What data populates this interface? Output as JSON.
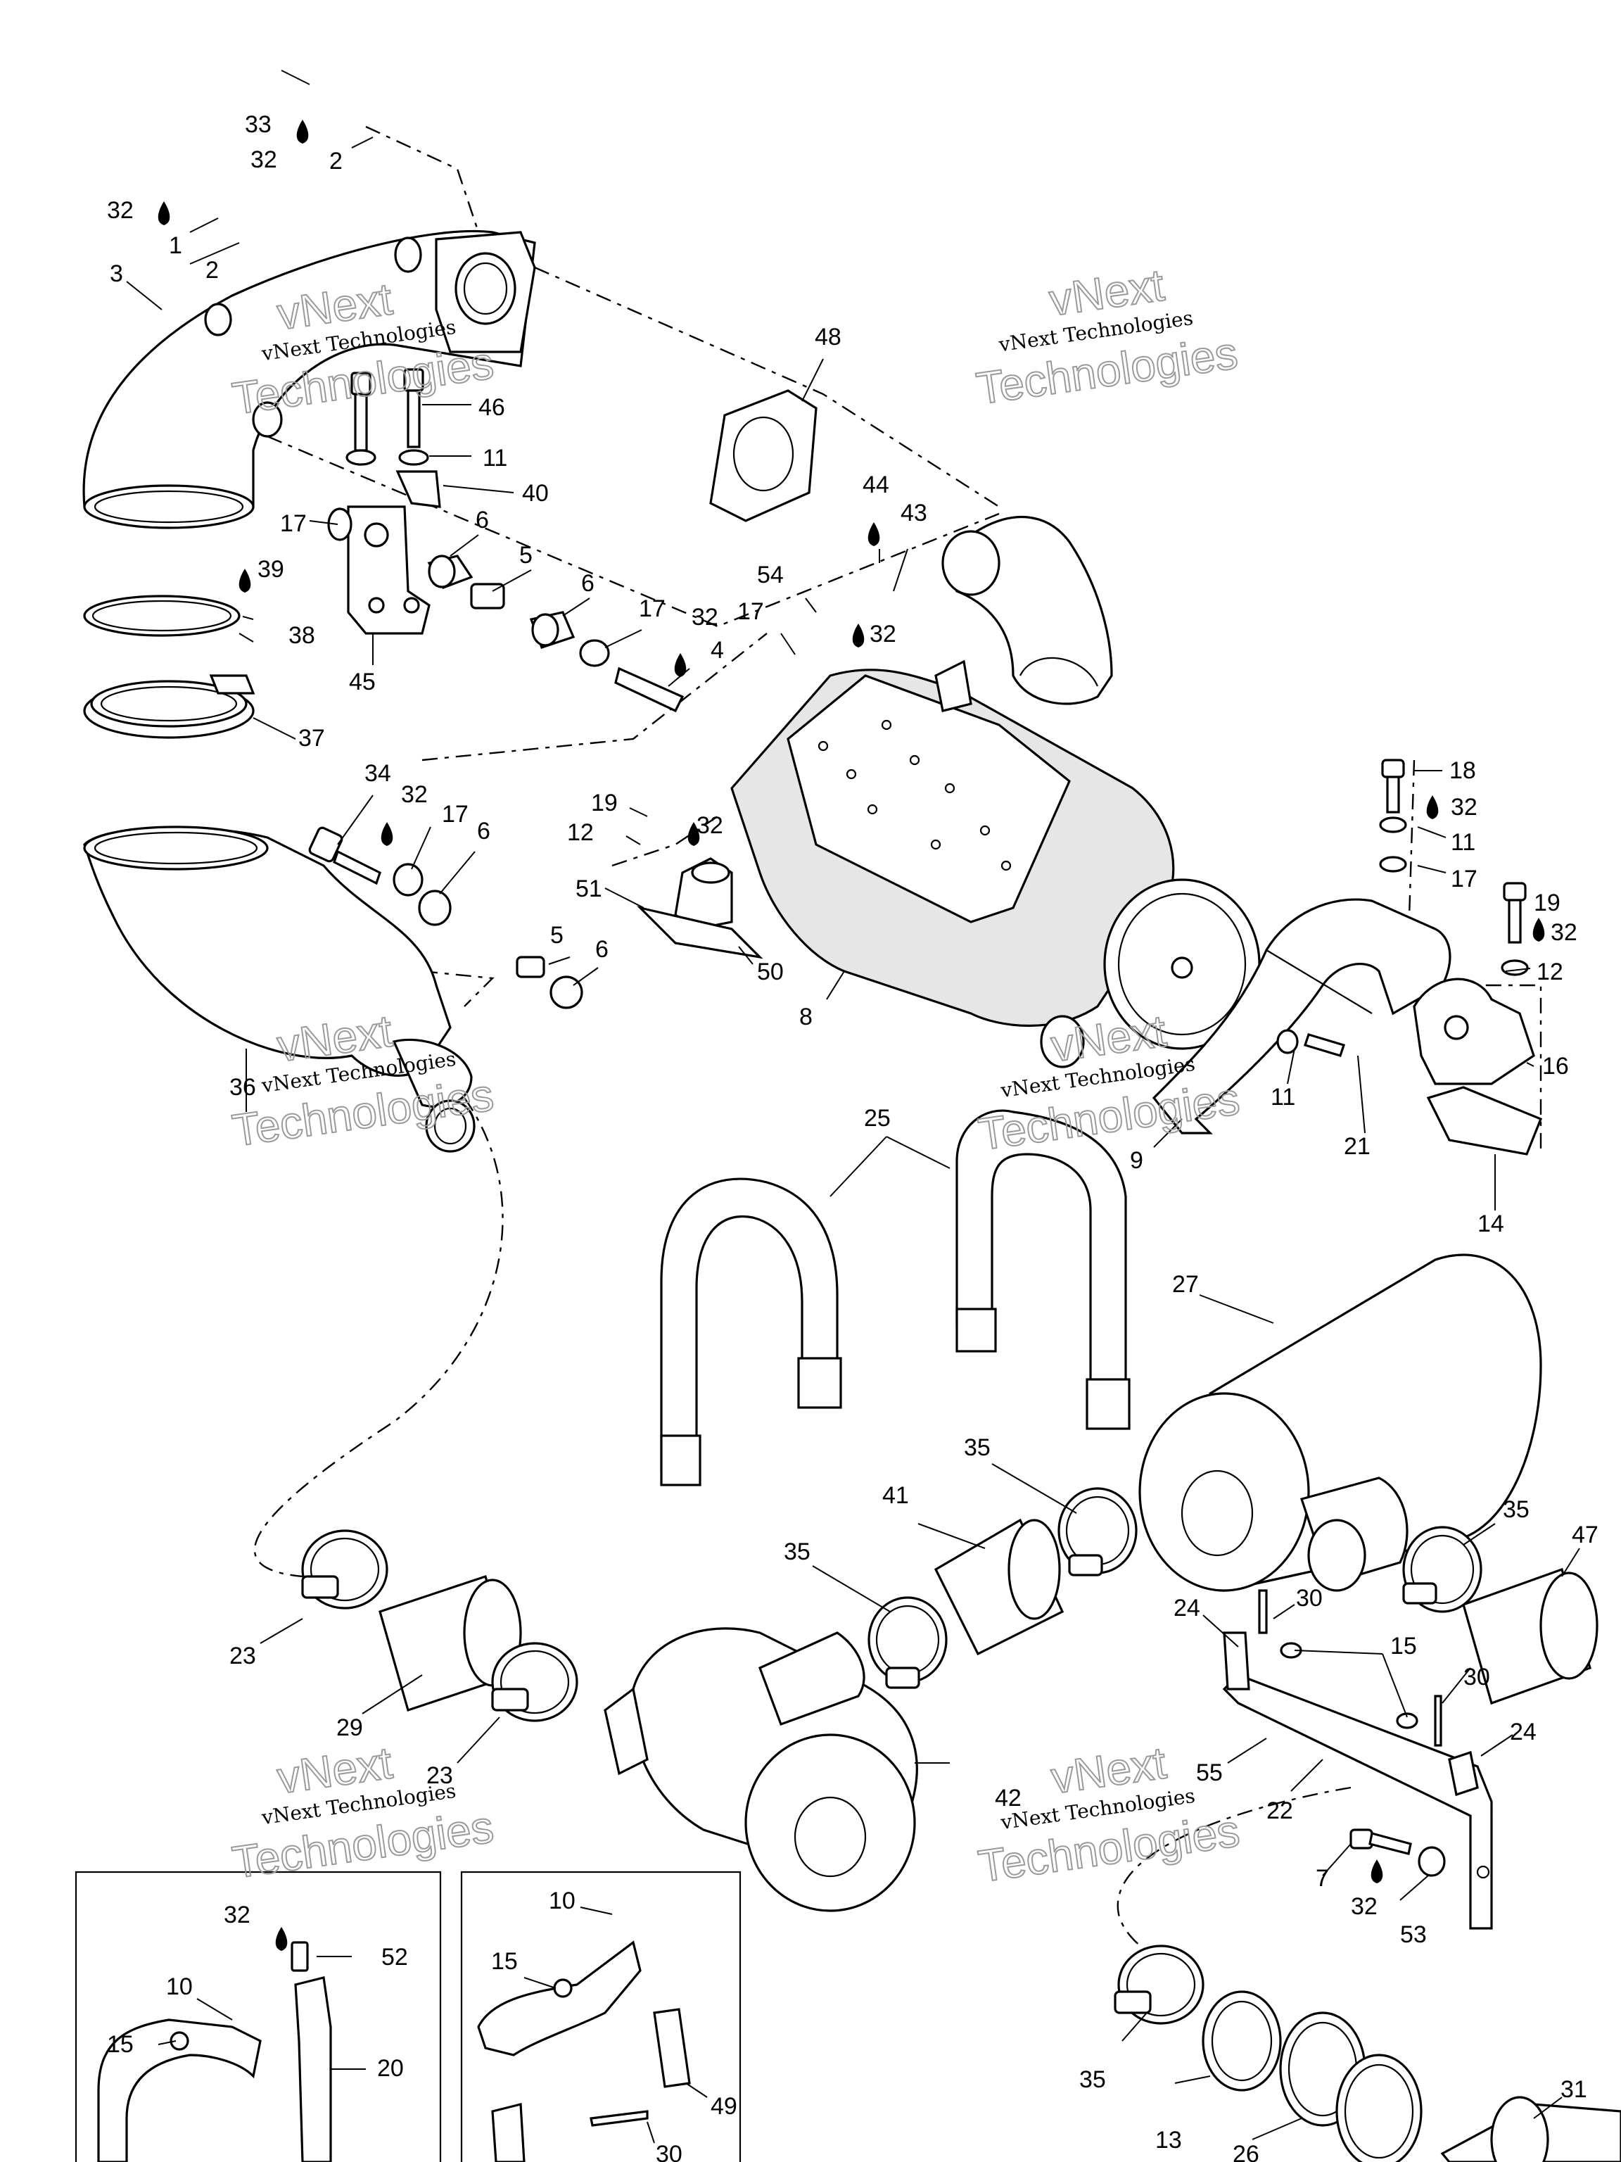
{
  "watermark": {
    "line1": "vNext",
    "line2": "vNext Technologies",
    "line3": "Technologies"
  },
  "callouts": [
    "33",
    "32",
    "2",
    "32",
    "1",
    "2",
    "3",
    "48",
    "46",
    "11",
    "40",
    "17",
    "6",
    "5",
    "6",
    "17",
    "32",
    "4",
    "39",
    "38",
    "37",
    "45",
    "44",
    "43",
    "54",
    "17",
    "32",
    "34",
    "32",
    "17",
    "6",
    "5",
    "6",
    "36",
    "19",
    "32",
    "12",
    "51",
    "50",
    "8",
    "18",
    "32",
    "11",
    "17",
    "19",
    "32",
    "12",
    "16",
    "11",
    "21",
    "9",
    "14",
    "25",
    "27",
    "35",
    "41",
    "35",
    "35",
    "47",
    "23",
    "29",
    "23",
    "24",
    "30",
    "15",
    "30",
    "55",
    "22",
    "24",
    "42",
    "7",
    "32",
    "53",
    "10",
    "32",
    "52",
    "15",
    "20",
    "10",
    "15",
    "49",
    "30",
    "35",
    "13",
    "26",
    "31"
  ],
  "drop_icon": "oil-drop-icon"
}
